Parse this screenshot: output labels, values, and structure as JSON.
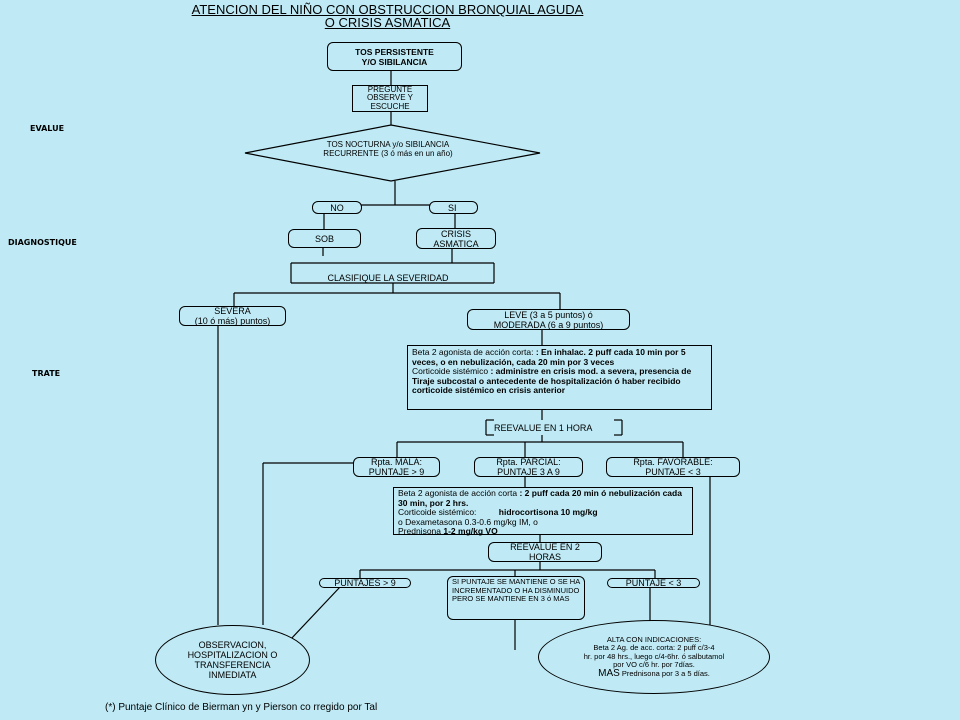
{
  "title": {
    "line1": "ATENCION DEL NIÑO CON OBSTRUCCION BRONQUIAL AGUDA",
    "line2": "O CRISIS ASMATICA"
  },
  "side_labels": {
    "evalue": "EVALUE",
    "diagnostique": "DIAGNOSTIQUE",
    "trate": "TRATE"
  },
  "nodes": {
    "start": "TOS PERSISTENTE Y/O SIBILANCIA",
    "pregunte": "PREGUNTE OBSERVE Y ESCUCHE",
    "decision": "TOS NOCTURNA y/o SIBILANCIA RECURRENTE (3 ó más en un año)",
    "no": "NO",
    "si": "SI",
    "sob": "SOB",
    "crisis": "CRISIS ASMATICA",
    "clasifique": "CLASIFIQUE LA SEVERIDAD",
    "severa_1": "SEVERA",
    "severa_2": "(10 ó más) puntos)",
    "leve_1": "LEVE (3 a 5 puntos) ó",
    "leve_2": "MODERADA (6 a 9 puntos)",
    "treat1_beta_label": "Beta 2 agonista de acción corta:",
    "treat1_beta_text": ": En inhalac. 2 puff cada 10 min por 5 veces, o en nebulización, cada 20 min por 3 veces",
    "treat1_cort_label": "Corticoide sistémico",
    "treat1_cort_text": ": administre en crisis mod. a severa, presencia de Tiraje subcostal o antecedente de hospitalización ó haber recibido corticoide sistémico en crisis anterior",
    "reevalue1": "REEVALUE EN 1 HORA",
    "mala_1": "Rpta. MALA:",
    "mala_2": "PUNTAJE > 9",
    "parcial_1": "Rpta. PARCIAL:",
    "parcial_2": "PUNTAJE 3 A 9",
    "favorable_1": "Rpta. FAVORABLE:",
    "favorable_2": "PUNTAJE < 3",
    "treat2_beta_label": "Beta 2 agonista de acción corta",
    "treat2_beta_text": ": 2 puff cada 20 min ó nebulización cada 30 min, por 2 hrs.",
    "treat2_cort_label": "Corticoide sistémico:",
    "treat2_cort_text": "hidrocortisona 10 mg/kg",
    "treat2_line4": "o Dexametasona 0.3-0.6 mg/kg IM, o",
    "treat2_line5_a": "Prednisona ",
    "treat2_line5_b": "1-2 mg/kg VO",
    "reevalue2_1": "REEVALUE EN 2",
    "reevalue2_2": "HORAS",
    "puntajes9": "PUNTAJES > 9",
    "mantiene": "SI PUNTAJE SE MANTIENE O SE HA INCREMENTADO O HA DISMINUIDO PERO SE MANTIENE EN 3 ó MAS",
    "puntaje3": "PUNTAJE < 3",
    "observacion": [
      "OBSERVACION,",
      "HOSPITALIZACION O",
      "TRANSFERENCIA",
      "INMEDIATA"
    ],
    "alta": [
      "ALTA CON INDICACIONES:",
      "Beta 2 Ag. de acc. corta: 2 puff c/3-4",
      "hr. por 48 hrs., luego c/4-6hr. ó salbutamol",
      "por VO c/6 hr. por 7días."
    ],
    "alta_mas": "MAS",
    "alta_pred": " Prednisona por 3 a 5 días."
  },
  "footnote": "(*) Puntaje Clínico de Bierman yn y Pierson co rregido por Tal"
}
